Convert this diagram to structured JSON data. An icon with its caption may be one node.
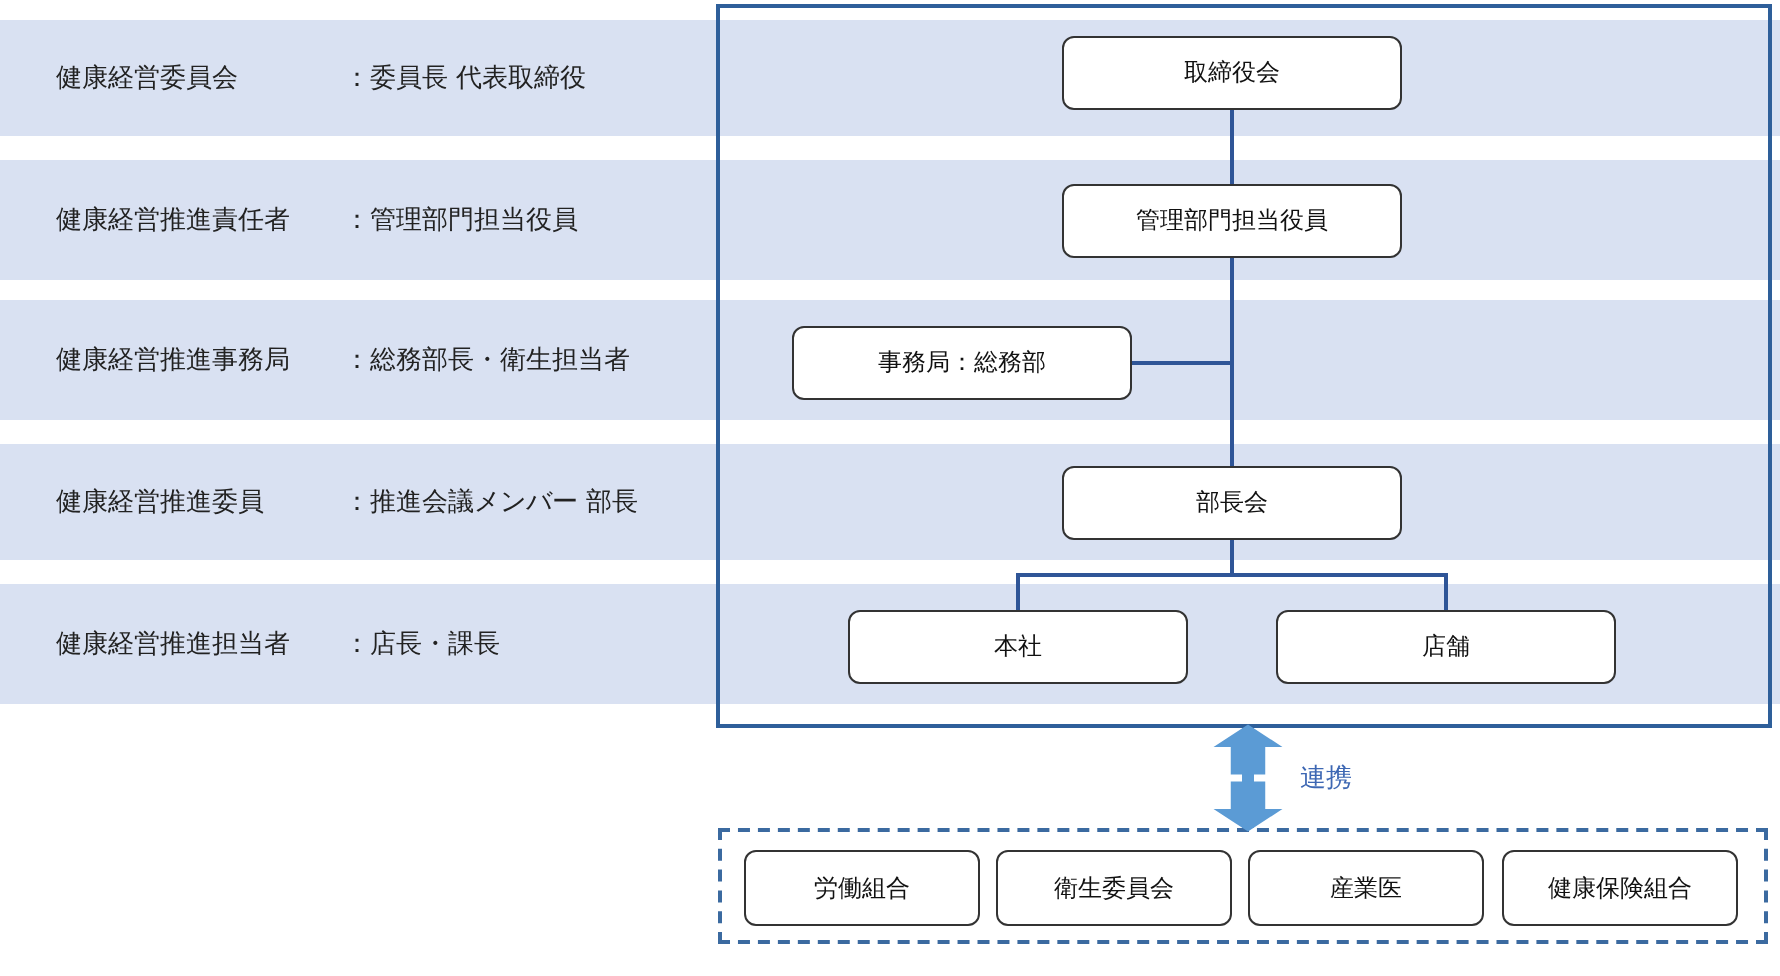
{
  "diagram": {
    "nodes": [
      {
        "text": [],
        "shape": "box"
      },
      {
        "text": [
          "取締役会"
        ],
        "in": 0
      },
      {
        "text": [
          "管理部門担当役員"
        ],
        "in": 0
      },
      {
        "text": [
          "事務局：総務部"
        ],
        "in": 0
      },
      {
        "text": [
          "部長会"
        ],
        "in": 0
      },
      {
        "text": [
          "本社"
        ],
        "in": 0
      },
      {
        "text": [
          "店舗"
        ],
        "in": 0
      },
      {
        "text": [],
        "shape": "box"
      },
      {
        "text": [
          "労働組合"
        ],
        "in": 7
      },
      {
        "text": [
          "衛生委員会"
        ],
        "in": 7
      },
      {
        "text": [
          "産業医"
        ],
        "in": 7
      },
      {
        "text": [
          "健康保険組合"
        ],
        "in": 7
      }
    ],
    "edges": [
      {
        "from": 1,
        "to": 2,
        "arrow": "none"
      },
      {
        "from": 2,
        "to": 4,
        "arrow": "none"
      },
      {
        "from": 2,
        "to": 3,
        "arrow": "none"
      },
      {
        "from": 4,
        "to": 5,
        "arrow": "none"
      },
      {
        "from": 4,
        "to": 6,
        "arrow": "none"
      },
      {
        "from": 0,
        "to": 7,
        "arrow": "both",
        "label": "連携",
        "style": "thick",
        "color": "#5b9bd5"
      }
    ],
    "labels": [
      "健康経営委員会",
      "：委員長 代表取締役",
      "健康経営推進責任者",
      "：管理部門担当役員",
      "健康経営推進事務局",
      "：総務部長・衛生担当者",
      "健康経営推進委員",
      "：推進会議メンバー 部長",
      "健康経営推進担当者",
      "：店長・課長"
    ]
  }
}
